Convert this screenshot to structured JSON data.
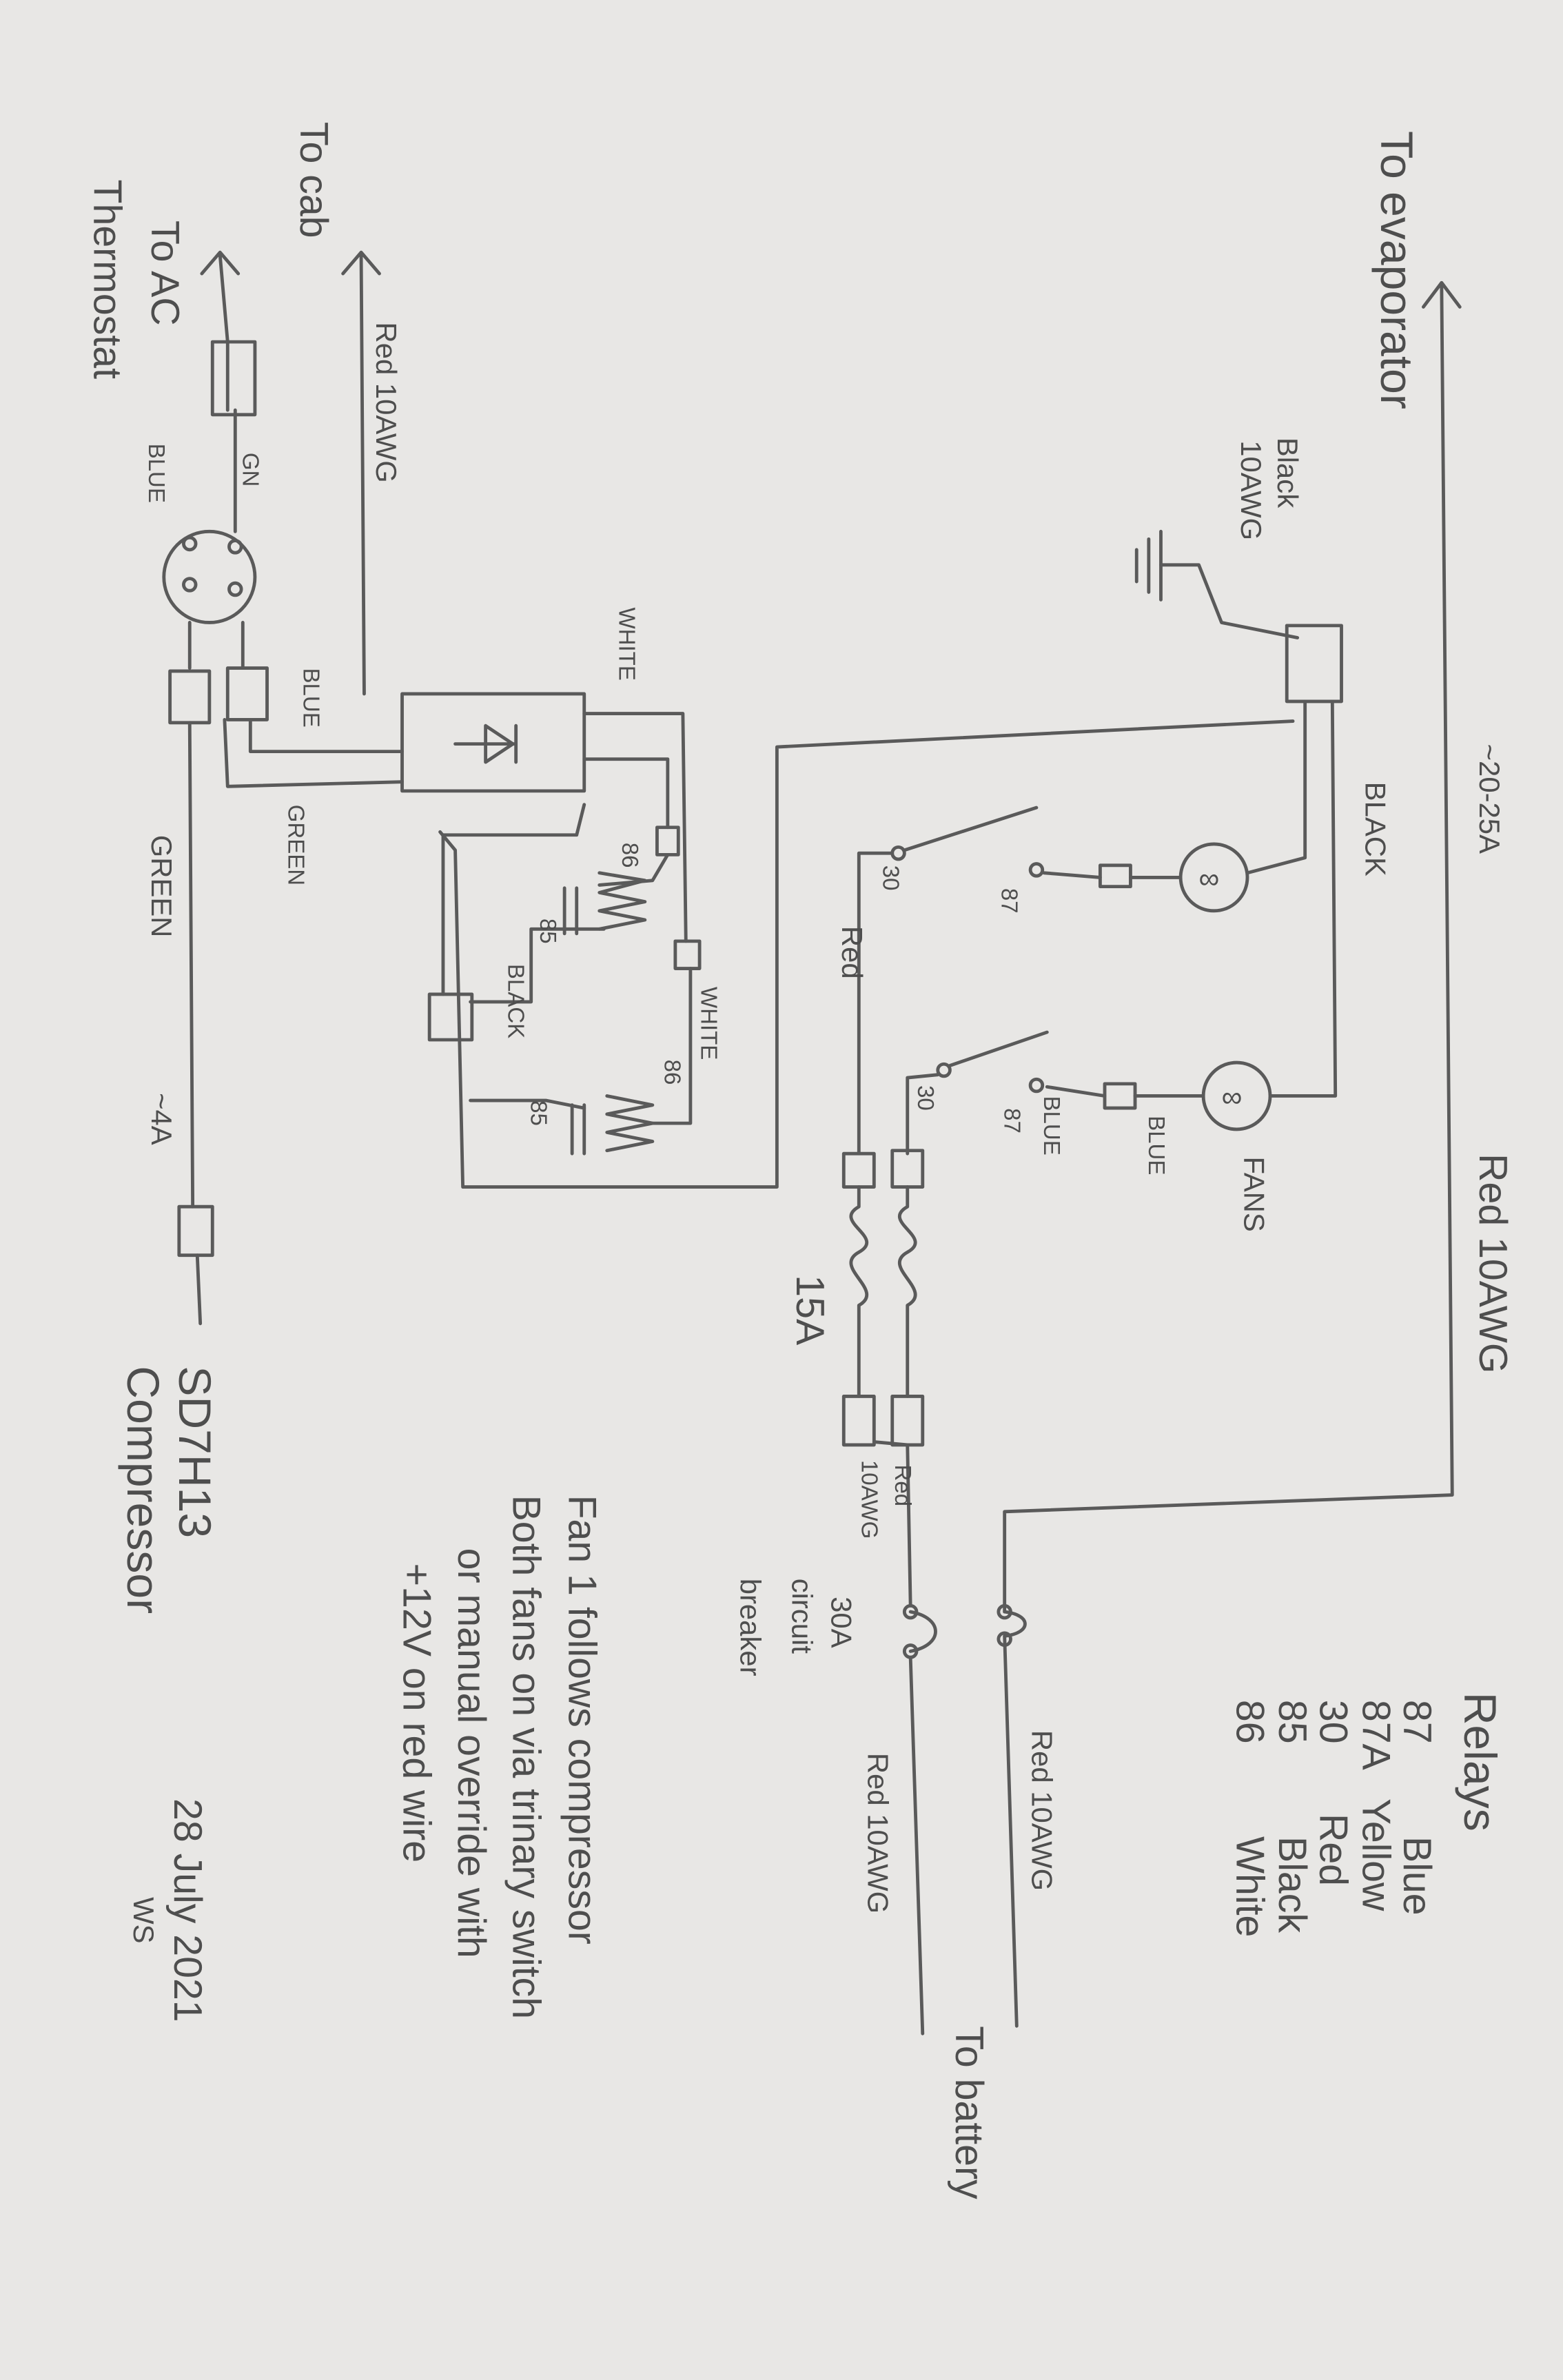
{
  "destinations": {
    "evaporator": "To evaporator",
    "cab": "To cab",
    "thermostat_line1": "To AC",
    "thermostat_line2": "Thermostat",
    "battery": "To battery",
    "compressor_line1": "SD7H13",
    "compressor_line2": "Compressor"
  },
  "wire_labels": {
    "evap_red": "Red 10AWG",
    "evap_current": "~20-25A",
    "cab_red": "Red 10AWG",
    "ground_black_1": "Black",
    "ground_black_2": "10AWG",
    "black": "BLACK",
    "fans": "FANS",
    "fan_blue_1": "BLUE",
    "fan_blue_2": "BLUE",
    "relay_red": "Red",
    "pin_87a": "87",
    "pin_30a": "30",
    "pin_87b": "87",
    "pin_30b": "30",
    "white_1": "WHITE",
    "white_2": "WHITE",
    "coil_black": "BLACK",
    "pin_86a": "86",
    "pin_85a": "85",
    "pin_86b": "86",
    "pin_85b": "85",
    "blue": "BLUE",
    "green_1": "GREEN",
    "green_2": "GREEN",
    "thermo_gn": "GN",
    "thermo_blue": "BLUE",
    "comp_current": "~4A",
    "fuse_15a": "15A",
    "breaker_red_1": "Red",
    "breaker_red_2": "10AWG",
    "breaker_1": "30A",
    "breaker_2": "circuit",
    "breaker_3": "breaker",
    "battery_red_1": "Red 10AWG",
    "battery_red_2": "Red 10AWG"
  },
  "legend": {
    "title": "Relays",
    "rows": [
      {
        "pin": "87",
        "color": "Blue"
      },
      {
        "pin": "87A",
        "color": "Yellow"
      },
      {
        "pin": "30",
        "color": "Red"
      },
      {
        "pin": "85",
        "color": "Black"
      },
      {
        "pin": "86",
        "color": "White"
      }
    ]
  },
  "notes": {
    "line1": "Fan 1 follows compressor",
    "line2": "Both fans on via trinary switch",
    "line3": "or manual override with",
    "line4": "+12V on red wire"
  },
  "signature": {
    "date": "28 July 2021",
    "initials": "WS"
  }
}
